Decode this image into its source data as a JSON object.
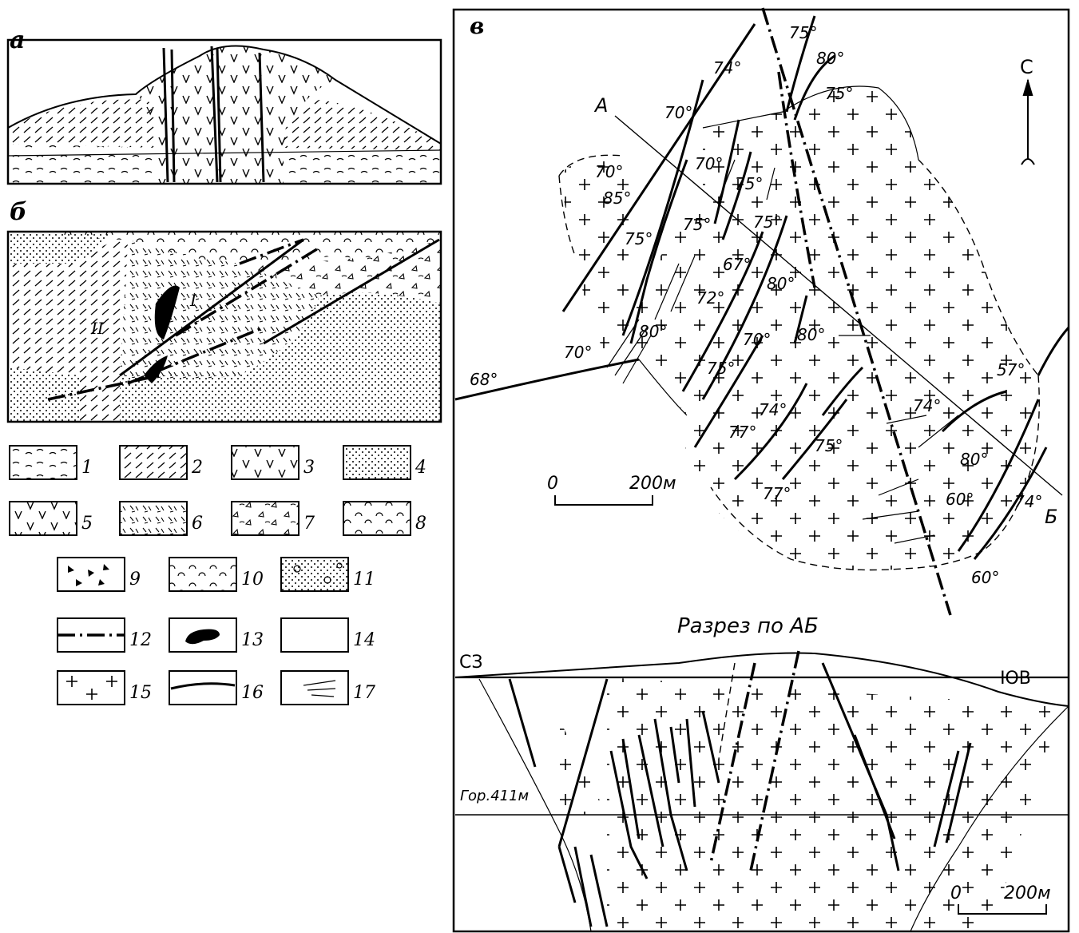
{
  "panels": {
    "a": "а",
    "b": "б",
    "v": "в"
  },
  "panel_b_labels": {
    "roman_1": "I",
    "roman_2": "II"
  },
  "map": {
    "north_label": "С",
    "profile_start": "А",
    "profile_end": "Б",
    "dips": [
      "74°",
      "75°",
      "80°",
      "75°",
      "70°",
      "70°",
      "70°",
      "75°",
      "85°",
      "75°",
      "75°",
      "75°",
      "67°",
      "72°",
      "80°",
      "80°",
      "80°",
      "70°",
      "68°",
      "75°",
      "74°",
      "70°",
      "75°",
      "77°",
      "57°",
      "74°",
      "80°",
      "60°",
      "74°",
      "60°"
    ],
    "scale_zero": "0",
    "scale_max": "200м"
  },
  "section": {
    "title": "Разрез по АБ",
    "left_dir": "СЗ",
    "right_dir": "ЮВ",
    "level_label": "Гор.411м",
    "scale_zero": "0",
    "scale_max": "200м"
  },
  "legend": [
    "1",
    "2",
    "3",
    "4",
    "5",
    "6",
    "7",
    "8",
    "9",
    "10",
    "11",
    "12",
    "13",
    "14",
    "15",
    "16",
    "17"
  ]
}
